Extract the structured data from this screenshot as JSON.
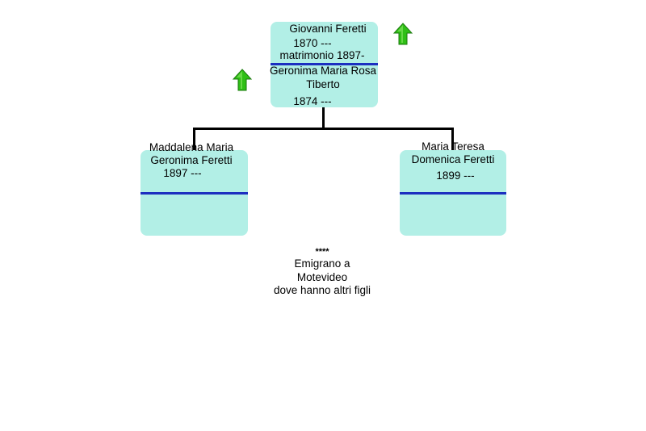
{
  "colors": {
    "box_fill": "#b2efe6",
    "separator": "#1c2fc0",
    "arrow_fill": "#2fbf16",
    "arrow_stroke": "#1a7a0c"
  },
  "parents": {
    "father_name": "Giovanni Feretti",
    "father_dates": "1870 ---",
    "marriage": "matrimonio 1897-",
    "mother_name_line1": "Geronima Maria Rosa",
    "mother_name_line2": "Tiberto",
    "mother_dates": "1874 ---",
    "father_arrow_icon": "green-up-arrow-icon",
    "mother_arrow_icon": "green-up-arrow-icon"
  },
  "children": [
    {
      "name_line1": "Maddalena Maria",
      "name_line2": "Geronima Feretti",
      "dates": "1897 ---"
    },
    {
      "name_line1": "Maria Teresa",
      "name_line2": "Domenica Feretti",
      "dates": "1899 ---"
    }
  ],
  "note": {
    "stars": "****",
    "line1": "Emigrano a",
    "line2": "Motevideo",
    "line3": "dove hanno altri figli"
  }
}
